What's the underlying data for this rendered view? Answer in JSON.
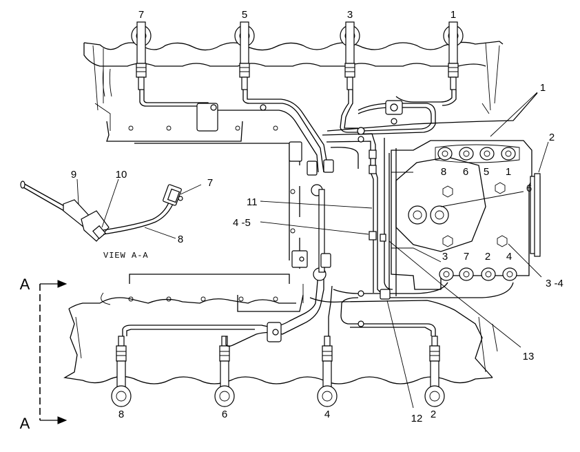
{
  "callouts": {
    "c1": "1",
    "c2": "2",
    "c6": "6",
    "c3_4": "3 -4",
    "c13": "13",
    "c12": "12",
    "c11": "11",
    "c4_5": "4 -5",
    "c9": "9",
    "c10": "10",
    "c7": "7",
    "c8": "8"
  },
  "cylinders_top": [
    "7",
    "5",
    "3",
    "1"
  ],
  "cylinders_bottom": [
    "8",
    "6",
    "4",
    "2"
  ],
  "pump_outlets_top": [
    "8",
    "6",
    "5",
    "1"
  ],
  "pump_outlets_bottom": [
    "3",
    "7",
    "2",
    "4"
  ],
  "view_caption": "VIEW A-A",
  "section": {
    "top": "A",
    "bottom": "A"
  }
}
